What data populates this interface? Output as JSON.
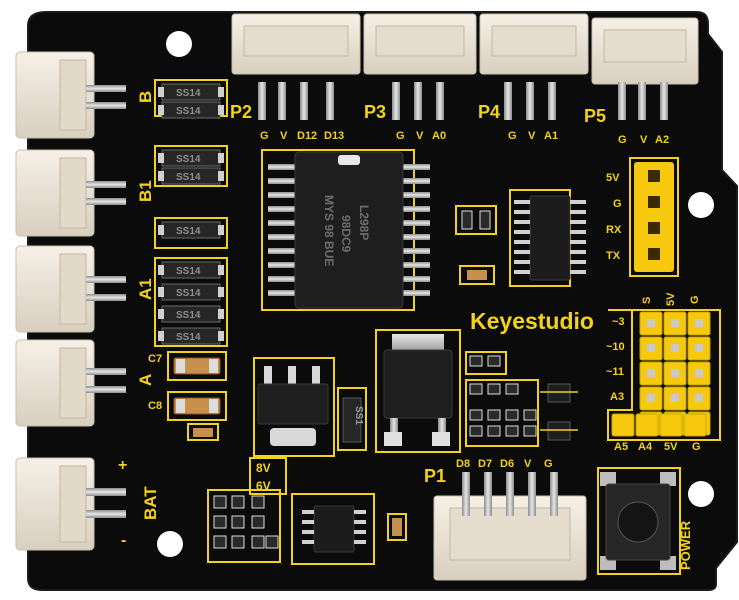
{
  "board": {
    "brand": "Keyestudio",
    "colors": {
      "pcb": "#0b0b0b",
      "silk": "#f2d21b",
      "connector": "#ece4d8",
      "header": "#f6c90e",
      "pin": "#c8c8c8"
    },
    "left_labels": {
      "b": "B",
      "b1": "B1",
      "a1": "A1",
      "a": "A",
      "bat": "BAT",
      "plus": "+",
      "minus": "-"
    },
    "caps": {
      "c7": "C7",
      "c8": "C8"
    },
    "ports": {
      "p2": {
        "name": "P2",
        "pins": [
          "G",
          "V",
          "D12",
          "D13"
        ]
      },
      "p3": {
        "name": "P3",
        "pins": [
          "G",
          "V",
          "A0"
        ]
      },
      "p4": {
        "name": "P4",
        "pins": [
          "G",
          "V",
          "A1"
        ]
      },
      "p5": {
        "name": "P5",
        "pins": [
          "G",
          "V",
          "A2"
        ]
      }
    },
    "chip": {
      "line1": "L298P",
      "line2": "98DC9",
      "line3": "MYS 98 BUE"
    },
    "diodes": [
      "SS14",
      "SS14",
      "SS14",
      "SS14",
      "SS14",
      "SS14",
      "SS14",
      "SS14",
      "SS14"
    ],
    "diode_small": "SS1",
    "serial_header": [
      "5V",
      "G",
      "RX",
      "TX"
    ],
    "pwm_header": {
      "col_labels": [
        "S",
        "5V",
        "G"
      ],
      "row_labels": [
        "~3",
        "~10",
        "~11",
        "A3"
      ],
      "bottom_labels": [
        "A5",
        "A4",
        "5V",
        "G"
      ]
    },
    "p1": {
      "name": "P1",
      "pins": [
        "D8",
        "D7",
        "D6",
        "V",
        "G"
      ]
    },
    "voltage_select": {
      "top": "8V",
      "bottom": "6V"
    },
    "power_label": "POWER"
  }
}
